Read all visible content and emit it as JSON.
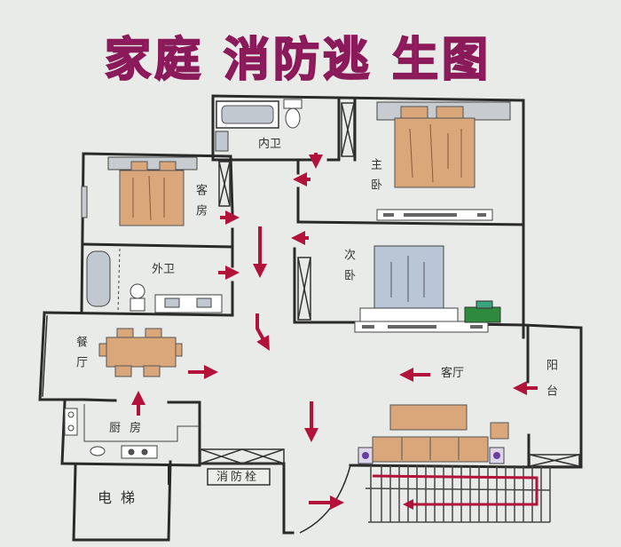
{
  "title": {
    "part1": "家庭",
    "part2": "消防逃",
    "part3": "生图",
    "full": "家庭消防逃生图",
    "color": "#c4267f"
  },
  "rooms": {
    "master_bath": "内卫",
    "master_bedroom": "主卧",
    "guest_room": "客房",
    "guest_bath": "外卫",
    "second_bedroom": "次卧",
    "dining": "餐厅",
    "kitchen": "厨房",
    "living_room": "客厅",
    "balcony": "阳台",
    "elevator": "电梯",
    "fire_hydrant": "消防栓"
  },
  "colors": {
    "arrow": "#b3123a",
    "wall": "#2a2a2a",
    "bed_wood": "#d9a77a",
    "bed_blue": "#b9c6d6",
    "fixture_gray": "#c7ccd0",
    "cabinet_green": "#2e8b3e",
    "background": "#e9ebe8"
  },
  "escape_route": {
    "description": "Arrows from all rooms lead to the corridor, through the living room, out the entrance door and down the stairs",
    "exit": "stairs"
  }
}
